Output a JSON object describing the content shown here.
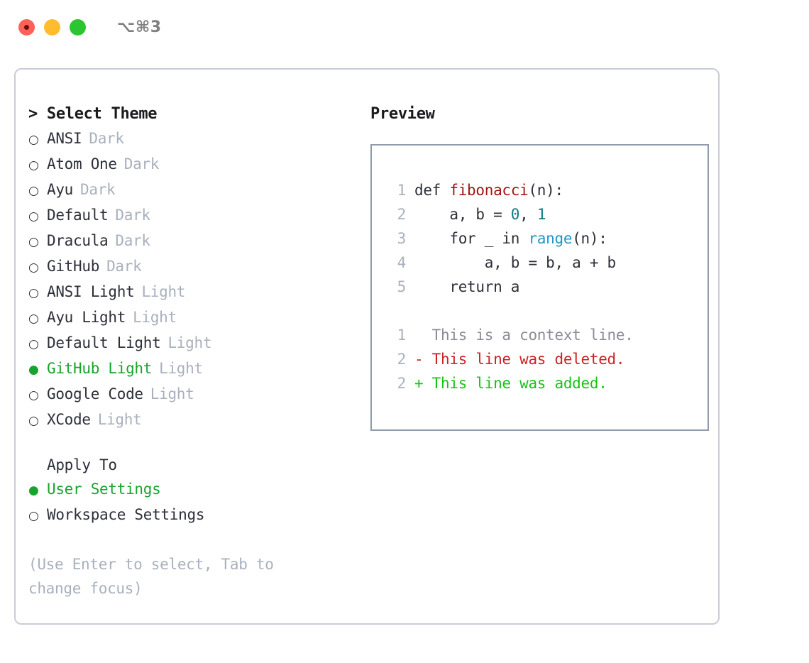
{
  "window": {
    "title": "⌥⌘3",
    "traffic_lights": [
      "close-red",
      "minimize-yellow",
      "maximize-green"
    ]
  },
  "theme_picker": {
    "heading": "> Select Theme",
    "options": [
      {
        "marker": "○",
        "name": "ANSI",
        "variant": "Dark",
        "selected": false
      },
      {
        "marker": "○",
        "name": "Atom One",
        "variant": "Dark",
        "selected": false
      },
      {
        "marker": "○",
        "name": "Ayu",
        "variant": "Dark",
        "selected": false
      },
      {
        "marker": "○",
        "name": "Default",
        "variant": "Dark",
        "selected": false
      },
      {
        "marker": "○",
        "name": "Dracula",
        "variant": "Dark",
        "selected": false
      },
      {
        "marker": "○",
        "name": "GitHub",
        "variant": "Dark",
        "selected": false
      },
      {
        "marker": "○",
        "name": "ANSI Light",
        "variant": "Light",
        "selected": false
      },
      {
        "marker": "○",
        "name": "Ayu Light",
        "variant": "Light",
        "selected": false
      },
      {
        "marker": "○",
        "name": "Default Light",
        "variant": "Light",
        "selected": false
      },
      {
        "marker": "●",
        "name": "GitHub Light",
        "variant": "Light",
        "selected": true
      },
      {
        "marker": "○",
        "name": "Google Code",
        "variant": "Light",
        "selected": false
      },
      {
        "marker": "○",
        "name": "XCode",
        "variant": "Light",
        "selected": false
      }
    ]
  },
  "apply_to": {
    "heading": "Apply To",
    "options": [
      {
        "marker": "●",
        "label": "User Settings",
        "selected": true
      },
      {
        "marker": "○",
        "label": "Workspace Settings",
        "selected": false
      }
    ]
  },
  "hint": {
    "line1": "(Use Enter to select, Tab to",
    "line2": "change focus)"
  },
  "preview": {
    "heading": "Preview",
    "code_lines": [
      {
        "num": "1",
        "parts": [
          {
            "text": "def ",
            "tok": "plain"
          },
          {
            "text": "fibonacci",
            "tok": "fn"
          },
          {
            "text": "(n):",
            "tok": "plain"
          }
        ]
      },
      {
        "num": "2",
        "parts": [
          {
            "text": "    a, b = ",
            "tok": "plain"
          },
          {
            "text": "0",
            "tok": "num"
          },
          {
            "text": ", ",
            "tok": "plain"
          },
          {
            "text": "1",
            "tok": "num"
          }
        ]
      },
      {
        "num": "3",
        "parts": [
          {
            "text": "    for _ in ",
            "tok": "plain"
          },
          {
            "text": "range",
            "tok": "call"
          },
          {
            "text": "(n):",
            "tok": "plain"
          }
        ]
      },
      {
        "num": "4",
        "parts": [
          {
            "text": "        a, b = b, a + b",
            "tok": "plain"
          }
        ]
      },
      {
        "num": "5",
        "parts": [
          {
            "text": "    return a",
            "tok": "plain"
          }
        ]
      }
    ],
    "diff_lines": [
      {
        "num": "1",
        "text": "  This is a context line.",
        "kind": "context"
      },
      {
        "num": "2",
        "text": "- This line was deleted.",
        "kind": "del"
      },
      {
        "num": "2",
        "text": "+ This line was added.",
        "kind": "add"
      }
    ]
  },
  "colors": {
    "accent_green": "#19a32e",
    "muted": "#a9b0bd",
    "text": "#2d2f39",
    "fn_red": "#a31515",
    "num_teal": "#0a7d7d",
    "call_blue": "#1f96c9",
    "diff_del": "#cc2222",
    "diff_add": "#16c416",
    "panel_border": "#c9ccd8",
    "preview_border": "#8f9aab"
  }
}
